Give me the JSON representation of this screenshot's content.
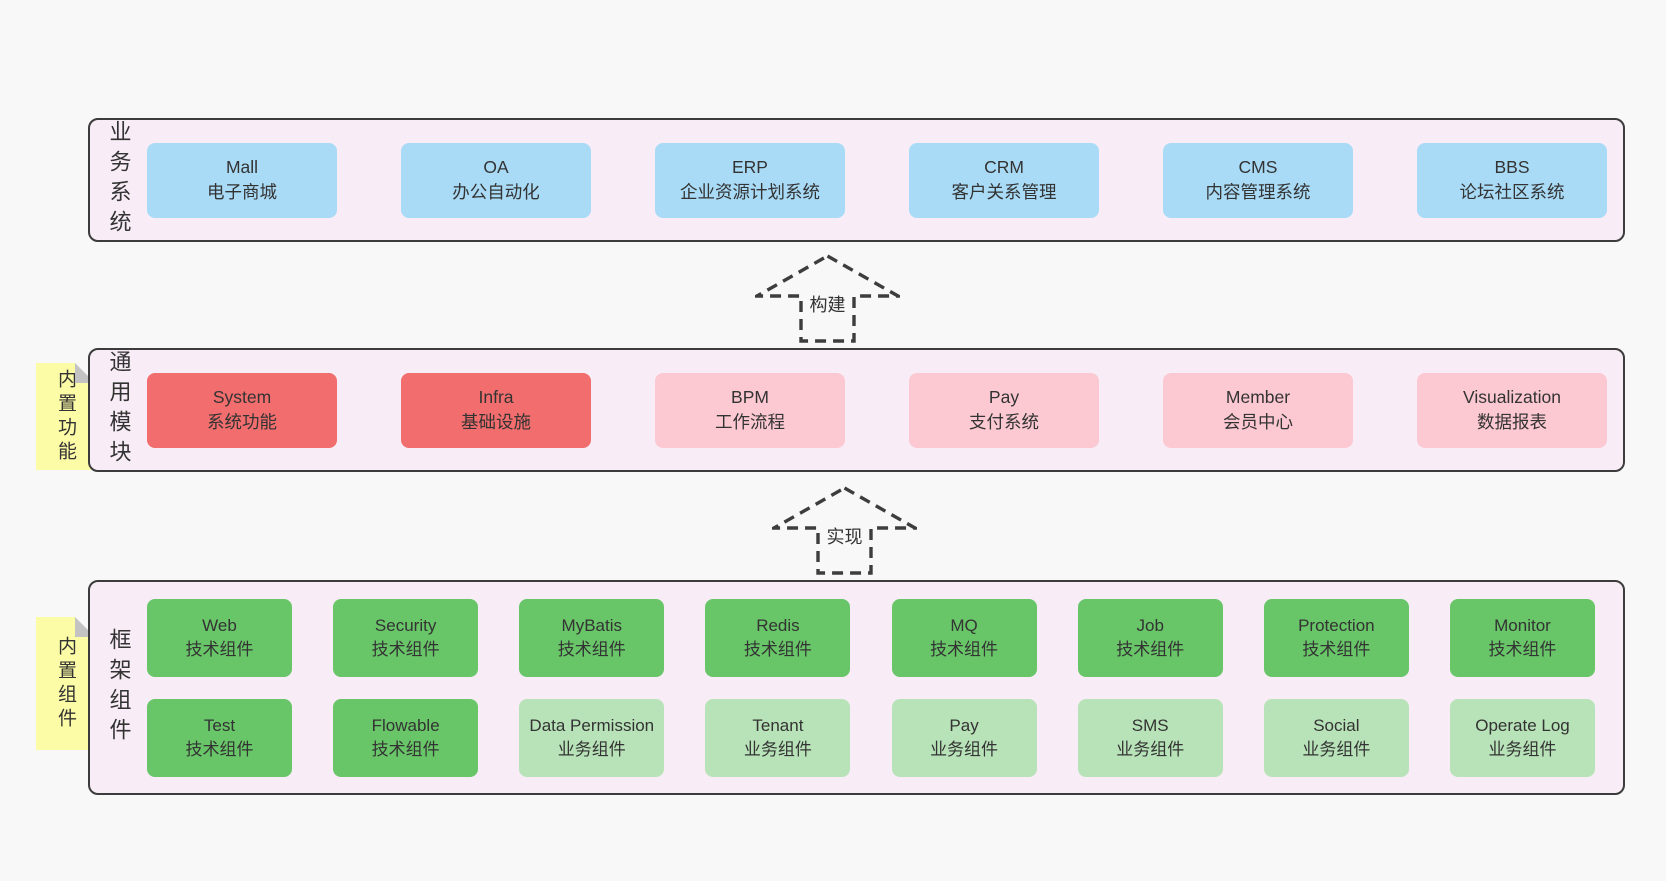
{
  "colors": {
    "page-bg": "#f8f8f8",
    "band-bg": "#f8edf6",
    "band-border": "#3c3c3c",
    "blue": "#a9dbf7",
    "red": "#f26d6d",
    "pink": "#fcc9d2",
    "green": "#68c568",
    "light-green": "#b8e3b8",
    "sticky-yellow": "#fcfba6",
    "fold-gray": "#c3c3c3",
    "text": "#333333"
  },
  "arrows": {
    "build": {
      "label": "构建"
    },
    "implement": {
      "label": "实现"
    }
  },
  "bands": {
    "business": {
      "label": "业务系统",
      "boxes": [
        {
          "name": "Mall",
          "desc": "电子商城"
        },
        {
          "name": "OA",
          "desc": "办公自动化"
        },
        {
          "name": "ERP",
          "desc": "企业资源计划系统"
        },
        {
          "name": "CRM",
          "desc": "客户关系管理"
        },
        {
          "name": "CMS",
          "desc": "内容管理系统"
        },
        {
          "name": "BBS",
          "desc": "论坛社区系统"
        }
      ]
    },
    "modules": {
      "label": "通用模块",
      "sticky": "内置功能",
      "boxes": [
        {
          "name": "System",
          "desc": "系统功能"
        },
        {
          "name": "Infra",
          "desc": "基础设施"
        },
        {
          "name": "BPM",
          "desc": "工作流程"
        },
        {
          "name": "Pay",
          "desc": "支付系统"
        },
        {
          "name": "Member",
          "desc": "会员中心"
        },
        {
          "name": "Visualization",
          "desc": "数据报表"
        }
      ]
    },
    "components": {
      "label": "框架组件",
      "sticky": "内置组件",
      "row1": [
        {
          "name": "Web",
          "desc": "技术组件"
        },
        {
          "name": "Security",
          "desc": "技术组件"
        },
        {
          "name": "MyBatis",
          "desc": "技术组件"
        },
        {
          "name": "Redis",
          "desc": "技术组件"
        },
        {
          "name": "MQ",
          "desc": "技术组件"
        },
        {
          "name": "Job",
          "desc": "技术组件"
        },
        {
          "name": "Protection",
          "desc": "技术组件"
        },
        {
          "name": "Monitor",
          "desc": "技术组件"
        }
      ],
      "row2": [
        {
          "name": "Test",
          "desc": "技术组件"
        },
        {
          "name": "Flowable",
          "desc": "技术组件"
        },
        {
          "name": "Data Permission",
          "desc": "业务组件"
        },
        {
          "name": "Tenant",
          "desc": "业务组件"
        },
        {
          "name": "Pay",
          "desc": "业务组件"
        },
        {
          "name": "SMS",
          "desc": "业务组件"
        },
        {
          "name": "Social",
          "desc": "业务组件"
        },
        {
          "name": "Operate Log",
          "desc": "业务组件"
        }
      ]
    }
  }
}
